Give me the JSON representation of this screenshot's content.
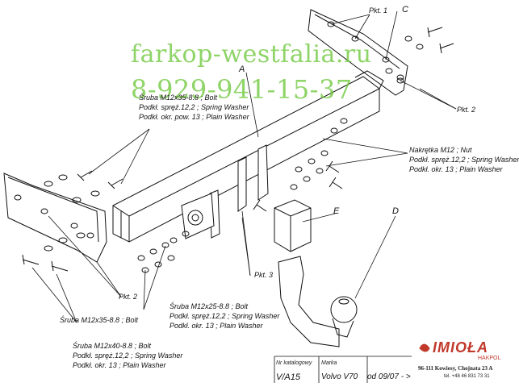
{
  "watermark": {
    "site": "farkop-westfalia.ru",
    "phone": "8-929-941-15-37"
  },
  "labels": {
    "pkt1": "Pkt. 1",
    "pkt2_right": "Pkt. 2",
    "pkt2_left": "Pkt. 2",
    "pkt3": "Pkt. 3",
    "letter_a": "A",
    "letter_c": "C",
    "letter_d": "D",
    "letter_e": "E"
  },
  "callouts": {
    "top_left": {
      "line1": "Śruba M12x35-8.8 ; Bolt",
      "line2": "Podkł. spręż.12,2 ; Spring Washer",
      "line3": "Podkł. okr. pow. 13 ; Plain Washer"
    },
    "right": {
      "line1": "Nakrętka  M12 ; Nut",
      "line2": "Podkł. spręż.12,2 ; Spring Washer",
      "line3": "Podkł. okr. 13 ; Plain Washer"
    },
    "center": {
      "line1": "Śruba M12x25-8.8 ;  Bolt",
      "line2": "Podkł. spręż.12,2 ; Spring Washer",
      "line3": "Podkł. okr. 13 ; Plain Washer"
    },
    "left_mid": {
      "line1": "Śruba M12x35-8.8 ;  Bolt"
    },
    "bottom_left": {
      "line1": "Śruba M12x40-8.8 ;  Bolt",
      "line2": "Podkł. spręż.12,2 ; Spring Washer",
      "line3": "Podkł. okr. 13 ; Plain Washer"
    }
  },
  "title_block": {
    "catalog_label": "Nr katalogowy",
    "catalog_value": "V/A15",
    "make_label": "Marka",
    "make_value": "Volvo V70",
    "date_value": "od  09/07 - >"
  },
  "brand": {
    "name": "IMIOŁA",
    "sub": "HAKPOL",
    "address": "96-111 Kowiesy, Chojnata 23 A",
    "tel": "tel. +48 46 831 73 31"
  },
  "colors": {
    "watermark": "#6ec83c",
    "brand_red": "#c0392b",
    "line": "#111111"
  }
}
